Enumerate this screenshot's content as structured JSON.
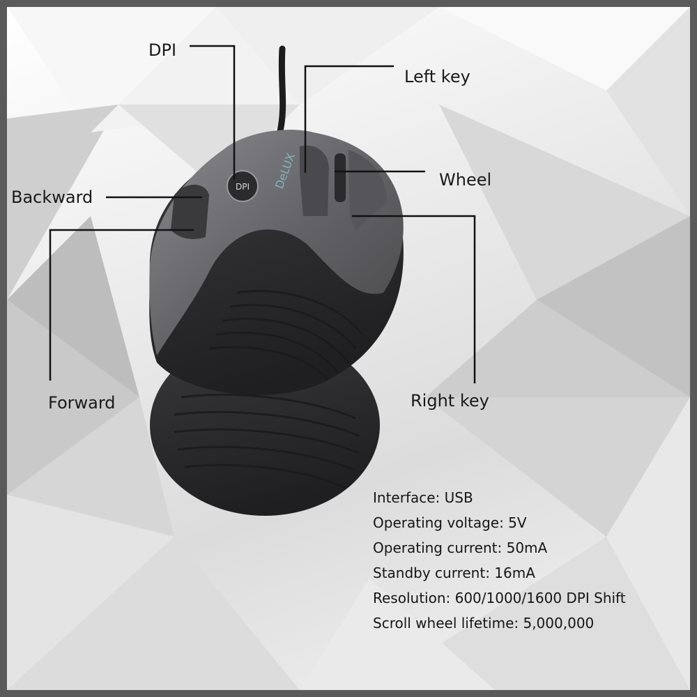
{
  "callouts": {
    "dpi": "DPI",
    "left_key": "Left key",
    "wheel": "Wheel",
    "backward": "Backward",
    "forward": "Forward",
    "right_key": "Right key"
  },
  "device": {
    "dpi_button_text": "DPI",
    "brand_text": "DeLUX"
  },
  "specs": [
    "Interface: USB",
    "Operating voltage: 5V",
    "Operating current: 50mA",
    "Standby current: 16mA",
    "Resolution: 600/1000/1600 DPI Shift",
    "Scroll wheel lifetime: 5,000,000"
  ],
  "colors": {
    "frame": "#5a5a5a",
    "background": "#e6e6e6",
    "mouse_body": "#2e2e30",
    "mouse_shell": "#6d6d70",
    "text": "#1a1a1a"
  }
}
